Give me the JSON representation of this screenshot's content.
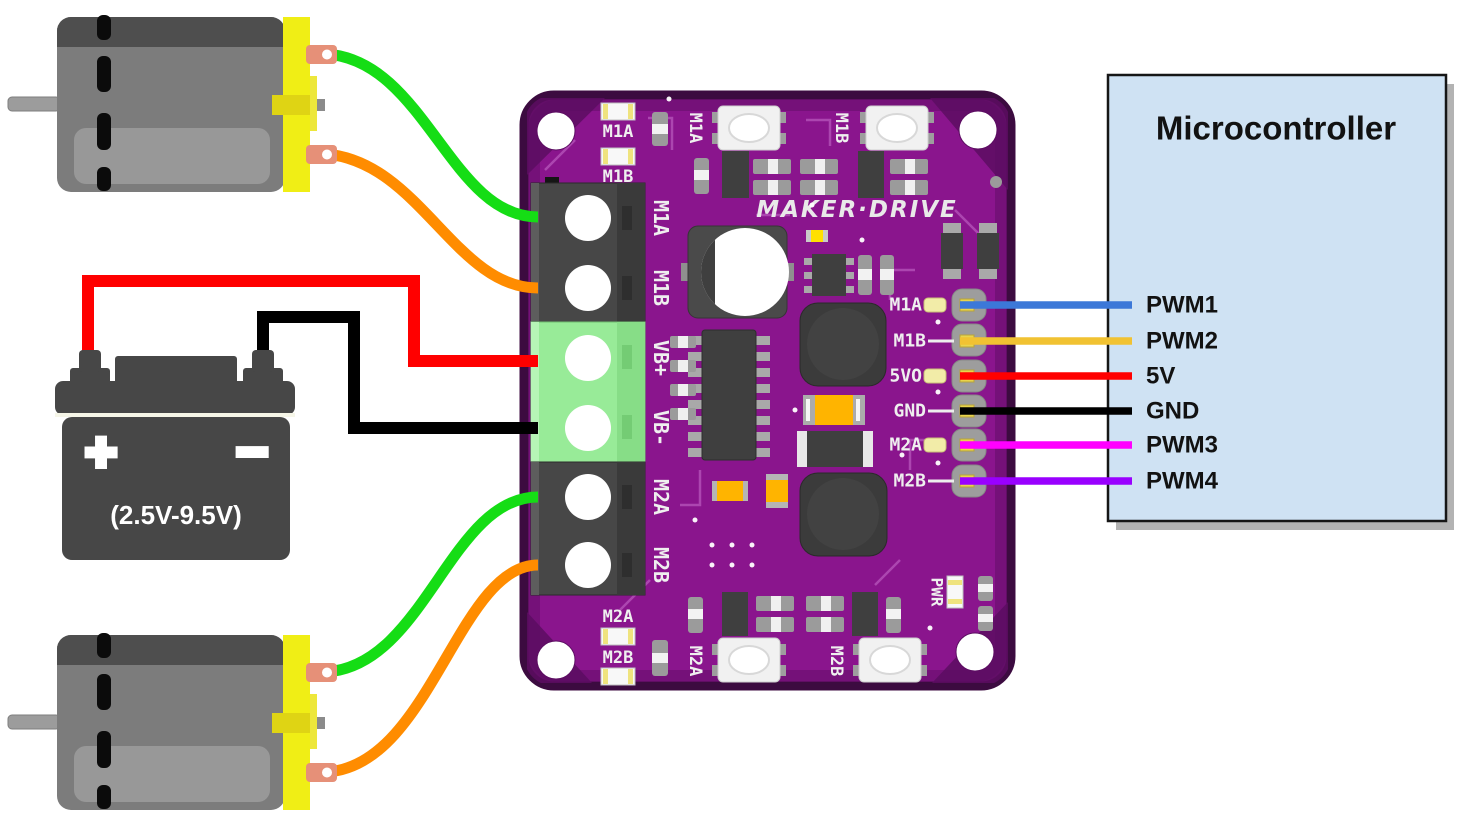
{
  "board": {
    "name": "MAKER·DRIVE",
    "pcb_color": "#8A158D",
    "power_terminal_color": "#98EB98",
    "terminal_labels": [
      "M1A",
      "M1B",
      "VB+",
      "VB-",
      "M2A",
      "M2B"
    ],
    "header_pin_labels": [
      "M1A",
      "M1B",
      "5VO",
      "GND",
      "M2A",
      "M2B"
    ],
    "button_labels": [
      "M1A",
      "M1B",
      "M2A",
      "M2B"
    ],
    "led_labels": [
      "M1A",
      "M1B",
      "M2A",
      "M2B"
    ],
    "pwr_label": "PWR"
  },
  "battery": {
    "positive_symbol": "+",
    "negative_symbol": "−",
    "voltage_range": "(2.5V-9.5V)",
    "body_color": "#474747"
  },
  "microcontroller": {
    "title": "Microcontroller",
    "fill": "#CFE2F3",
    "pin_labels": [
      "PWM1",
      "PWM2",
      "5V",
      "GND",
      "PWM3",
      "PWM4"
    ]
  },
  "wires": {
    "motor1_a": "#15DD15",
    "motor1_b": "#FF8C00",
    "battery_positive": "#FF0000",
    "battery_negative": "#000000",
    "motor2_a": "#15DD15",
    "motor2_b": "#FF8C00",
    "pwm1": "#3C78D8",
    "pwm2": "#F1C232",
    "v5": "#FF0000",
    "gnd": "#000000",
    "pwm3": "#FF00FF",
    "pwm4": "#9900FF"
  },
  "motor": {
    "cap_color": "#F0EE15"
  }
}
